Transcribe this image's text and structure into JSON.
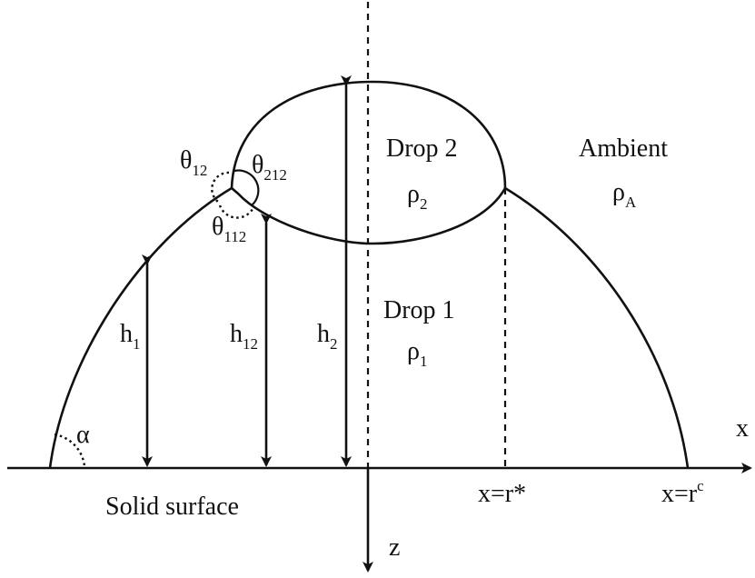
{
  "labels": {
    "drop2": "Drop 2",
    "rho2_base": "ρ",
    "rho2_sub": "2",
    "ambient": "Ambient",
    "rhoA_base": "ρ",
    "rhoA_sub": "A",
    "drop1": "Drop 1",
    "rho1_base": "ρ",
    "rho1_sub": "1",
    "theta12_base": "θ",
    "theta12_sub": "12",
    "theta212_base": "θ",
    "theta212_sub": "212",
    "theta112_base": "θ",
    "theta112_sub": "112",
    "h1_base": "h",
    "h1_sub": "1",
    "h12_base": "h",
    "h12_sub": "12",
    "h2_base": "h",
    "h2_sub": "2",
    "alpha": "α",
    "x_axis": "x",
    "z_axis": "z",
    "x_rstar": "x=r*",
    "x_rc_base": "x=r",
    "x_rc_sup": "c",
    "solid_surface": "Solid surface"
  }
}
